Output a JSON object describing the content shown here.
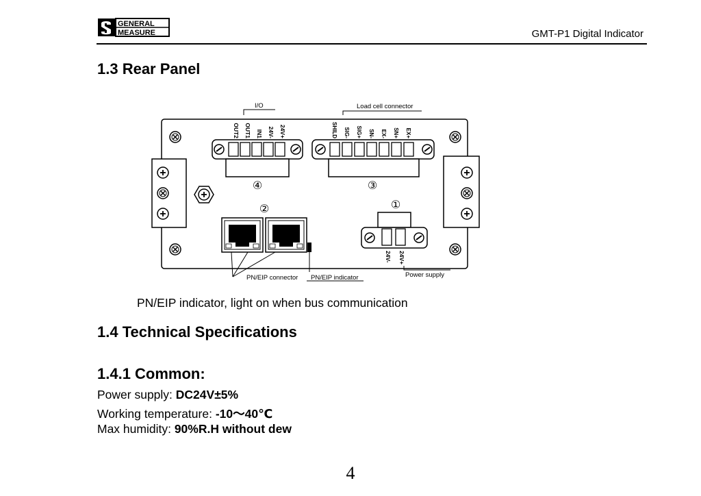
{
  "header": {
    "brand_line1": "GENERAL",
    "brand_line2": "MEASURE",
    "doc_title": "GMT-P1 Digital Indicator"
  },
  "section_rear": {
    "title": "1.3 Rear Panel"
  },
  "diagram": {
    "io_label": "I/O",
    "io_terminals": [
      "OUT2",
      "OUT1",
      "IN1",
      "24V-",
      "24V+"
    ],
    "loadcell_label": "Load cell connector",
    "loadcell_terminals": [
      "SHILD",
      "SIG-",
      "SIG+",
      "SN-",
      "EX-",
      "SN+",
      "EX+"
    ],
    "markers": [
      "①",
      "②",
      "③",
      "④"
    ],
    "power_terminals": [
      "24V-",
      "24V+"
    ],
    "pn_connector_label": "PN/EIP connector",
    "pn_indicator_label": "PN/EIP indicator",
    "power_supply_label": "Power supply"
  },
  "caption": "PN/EIP indicator, light on when bus communication",
  "section_tech": {
    "title": "1.4 Technical Specifications"
  },
  "section_common": {
    "title": "1.4.1 Common:"
  },
  "specs": [
    {
      "label": "Power supply: ",
      "value": "DC24V±5%"
    },
    {
      "label": "Working temperature: ",
      "value": "-10～40℃"
    },
    {
      "label": "Max humidity: ",
      "value": "90%R.H without dew"
    }
  ],
  "page_number": "4"
}
